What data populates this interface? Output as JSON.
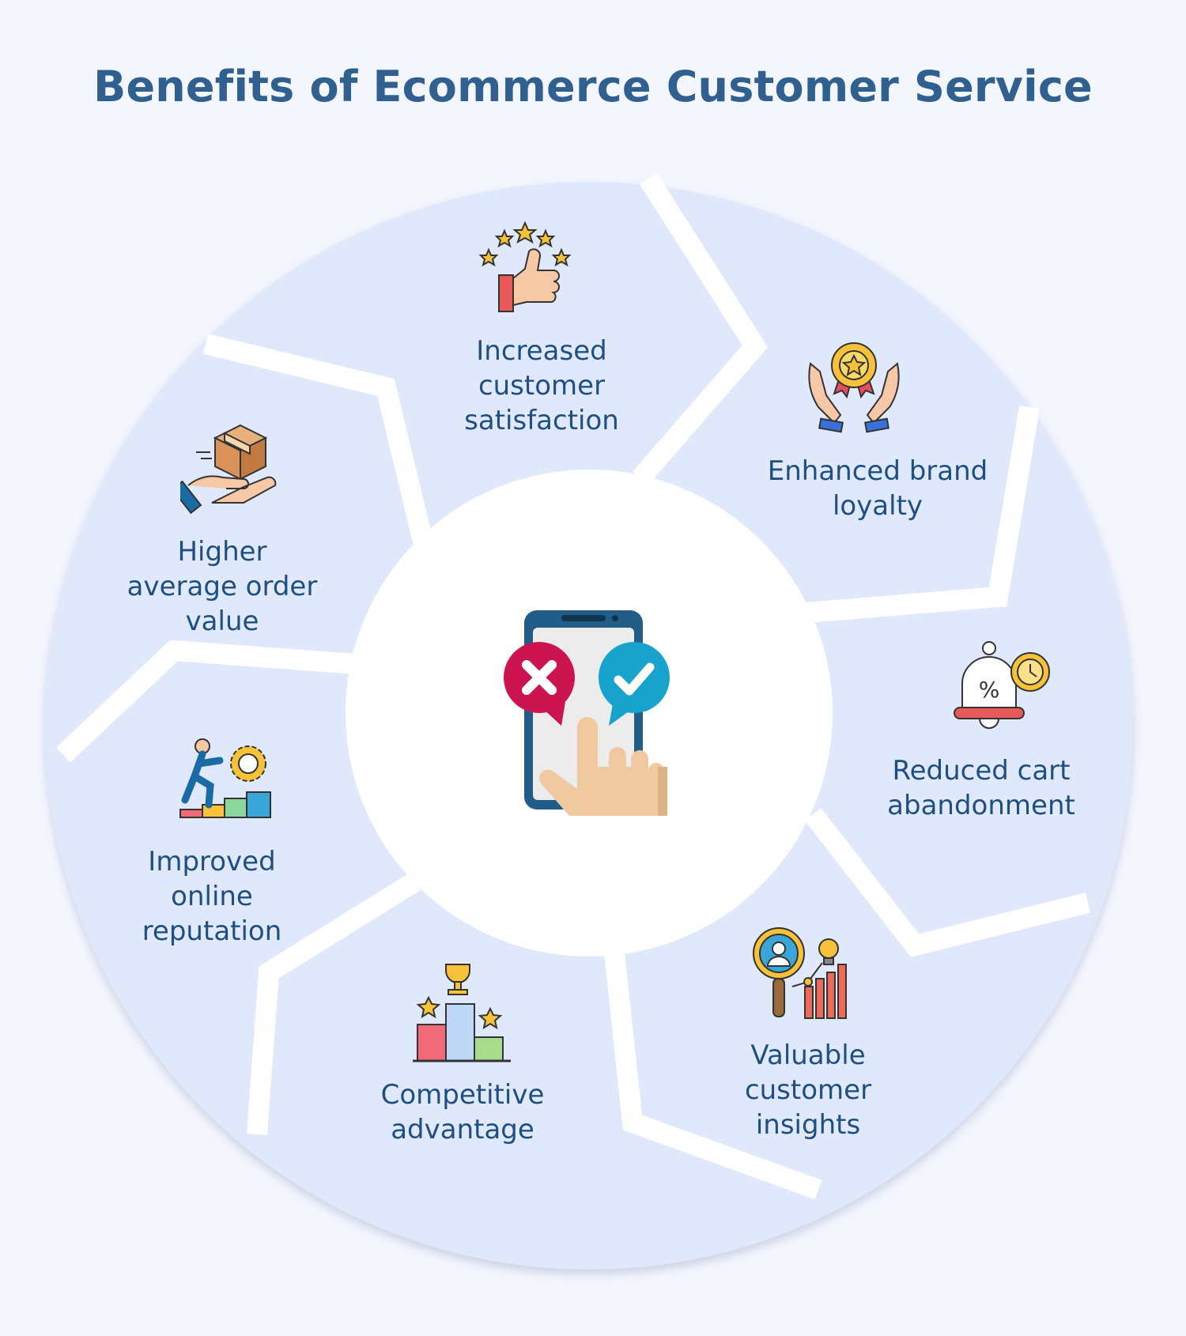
{
  "title": "Benefits of Ecommerce Customer Service",
  "colors": {
    "title": "#2f6090",
    "label": "#1f4f80",
    "wheel": "#e0e9fc",
    "divider": "#ffffff",
    "page": "#f4f6fe"
  },
  "center": {
    "icon": "phone-reject-accept-icon"
  },
  "benefits": [
    {
      "lines": [
        "Increased",
        "customer",
        "satisfaction"
      ],
      "icon": "thumbs-up-stars-icon"
    },
    {
      "lines": [
        "Enhanced brand",
        "loyalty"
      ],
      "icon": "hands-award-icon"
    },
    {
      "lines": [
        "Reduced cart",
        "abandonment"
      ],
      "icon": "discount-bell-icon"
    },
    {
      "lines": [
        "Valuable",
        "customer",
        "insights"
      ],
      "icon": "analytics-magnifier-icon"
    },
    {
      "lines": [
        "Competitive",
        "advantage"
      ],
      "icon": "podium-trophy-icon"
    },
    {
      "lines": [
        "Improved",
        "online",
        "reputation"
      ],
      "icon": "climbing-steps-gear-icon"
    },
    {
      "lines": [
        "Higher",
        "average order",
        "value"
      ],
      "icon": "hand-package-icon"
    }
  ]
}
